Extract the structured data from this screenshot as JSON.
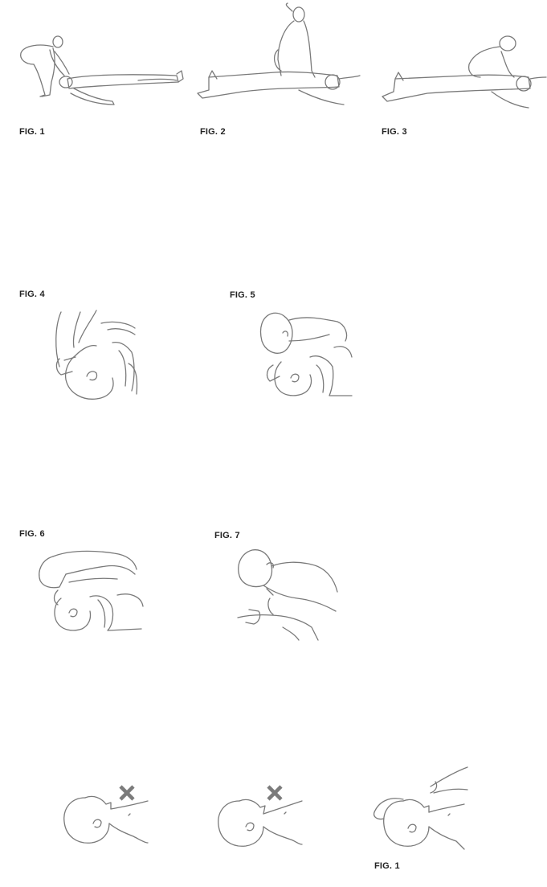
{
  "figures": {
    "fig1_label": "FIG. 1",
    "fig2_label": "FIG. 2",
    "fig3_label": "FIG. 3",
    "fig4_label": "FIG. 4",
    "fig5_label": "FIG. 5",
    "fig6_label": "FIG. 6",
    "fig7_label": "FIG. 7",
    "infant_fig1_label": "FIG. 1"
  },
  "icons": {
    "incorrect_mark": "x-mark-icon"
  },
  "colors": {
    "line_art": "#7a7a7a",
    "cross_mark": "#7b7b7b",
    "label_text": "#222222"
  }
}
